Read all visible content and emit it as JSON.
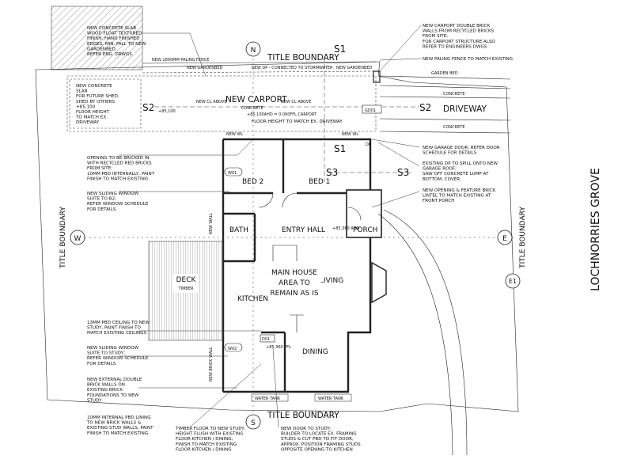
{
  "street": "LOCHNORRIES GROVE",
  "boundaries": {
    "north": "TITLE BOUNDARY",
    "south": "TITLE BOUNDARY",
    "west": "TITLE BOUNDARY",
    "east": "TITLE BOUNDARY"
  },
  "compass": {
    "n": "N",
    "s": "S",
    "w": "W",
    "e": "E",
    "e1": "E1"
  },
  "sections": {
    "s1_top": "S1",
    "s1_mid": "S1",
    "s2_left": "S2",
    "s2_right": "S2",
    "s3_left": "S3",
    "s3_right": "S3"
  },
  "rooms": {
    "bed2": "BED 2",
    "bed1": "BED 1",
    "bath": "BATH",
    "entry_hall": "ENTRY HALL",
    "porch": "PORCH",
    "kitchen": "KITCHEN",
    "living": "LIVING",
    "dining": "DINING",
    "deck": "DECK",
    "deck_sub": "TIMBER",
    "main_house": [
      "MAIN HOUSE",
      "AREA TO",
      "REMAIN AS IS"
    ],
    "carport": "NEW CARPORT",
    "carport_sub": "CONCRETE",
    "driveway": "DRIVEWAY",
    "garden_bed": "GARDEN BED",
    "concrete_a": "CONCRETE",
    "concrete_b": "CONCRETE"
  },
  "tags": {
    "w01": "W01",
    "w02": "W02",
    "d01": "D01",
    "gd01": "GD01",
    "water_tank_1": "WATER TANK",
    "water_tank_2": "WATER TANK"
  },
  "small_labels": {
    "paling_fence": "NEW 1800MM PALING FENCE",
    "new_gardenbed": "NEW GARDENBED",
    "new_dp": "NEW DP - CONNECTED TO STORMWATER",
    "new_gardenbed_2": "NEW GARDENBED",
    "new_cl_above_1": "NEW CL ABOVE",
    "new_cl_above_2": "NEW CL ABOVE",
    "rl_85100": "+85,100",
    "rl_carport": "+85,100AHD = 0.000FFL CARPORT",
    "new_wl_1": "NEW WL",
    "new_wl_2": "NEW WL",
    "rl_porch": "+85,360 AHD",
    "new_brick_wall": "NEW BRICK WALL",
    "new_wall": "NEW WALL",
    "rl_study": "+85,360 FFL",
    "dp": "DP"
  },
  "notes": {
    "slab_top": [
      "NEW CONCRETE SLAB",
      "WOOD FLOAT TEXTURED",
      "FINISH, HAND FINISHED",
      "EDGES, MIN. FALL TO NEW",
      "GARDENBED,",
      "REFER ENG. DRWGS"
    ],
    "slab_shed": [
      "NEW CONCRETE",
      "SLAB",
      "FOR FUTURE SHED,",
      "SHED BY OTHERS",
      "+85,100",
      "FLOOR HEIGHT",
      "TO MATCH EX.",
      "DRIVEWAY"
    ],
    "floor_height": [
      "FLOOR HEIGHT TO MATCH EX. DRIVEWAY"
    ],
    "opening_bricked": [
      "OPENING TO BE BRICKED IN",
      "WITH RECYCLED RED BRICKS",
      "FROM SITE;",
      "10MM PBD INTERNALLY, PAINT",
      "FINISH TO MATCH EXISTING"
    ],
    "sliding_b2": [
      "NEW SLIDING WINDOW",
      "SUITE TO B2;",
      "REFER WINDOW SCHEDULE",
      "FOR DETAILS"
    ],
    "ceiling_study": [
      "13MM PBD CEILING TO NEW",
      "STUDY, PAINT FINISH TO",
      "MATCH EXISTING CEILINGS"
    ],
    "sliding_study": [
      "NEW SLIDING WINDOW",
      "SUITE TO STUDY;",
      "REFER WINDOW SCHEDULE",
      "FOR DETAILS"
    ],
    "ext_double": [
      "NEW EXTERNAL DOUBLE",
      "BRICK WALLS ON",
      "EXISTING BRICK",
      "FOUNDATIONS TO NEW",
      "STUDY"
    ],
    "internal_lining": [
      "10MM INTERNAL PBD LINING",
      "TO NEW BRICK WALLS &",
      "EXISTING STUD WALLS, PAINT",
      "FINISH TO MATCH EXISTING"
    ],
    "timber_floor": [
      "TIMBER FLOOR TO NEW STUDY,",
      "HEIGHT FLUSH WITH EXISTING",
      "FLOOR KITCHEN / DINING;",
      "FINISH TO MATCH EXISTING",
      "FLOOR KITCHEN / DINING"
    ],
    "new_door": [
      "NEW DOOR TO STUDY;",
      "BUILDER TO LOCATE EX. FRAMING",
      "STUDS & CUT PBD TO FIT DOOR;",
      "APPROX. POSITION FRAMING STUDS",
      "OPPOSITE OPENING TO KITCHEN"
    ],
    "carport_walls": [
      "NEW CARPORT DOUBLE BRICK",
      "WALLS FROM RECYCLED BRICKS",
      "FROM SITE;",
      "FOR CARPORT STRUCTURE ALSO",
      "REFER TO ENGINEERS DWGS"
    ],
    "paling_existing": [
      "NEW PALING FENCE TO MATCH EXISTING"
    ],
    "garage_door": [
      "NEW GARAGE DOOR, REFER DOOR",
      "SCHEDULE FOR DETAILS"
    ],
    "existing_dp": [
      "EXISTING DP TO SPILL ONTO NEW",
      "GARAGE ROOF;",
      "SAW OFF CONCRETE LUMP AT",
      "BOTTOM, COVER"
    ],
    "feature_brick": [
      "NEW OPENING & FEATURE BRICK",
      "LINTEL TO MATCH EXISTING AT",
      "FRONT PORCH"
    ]
  }
}
